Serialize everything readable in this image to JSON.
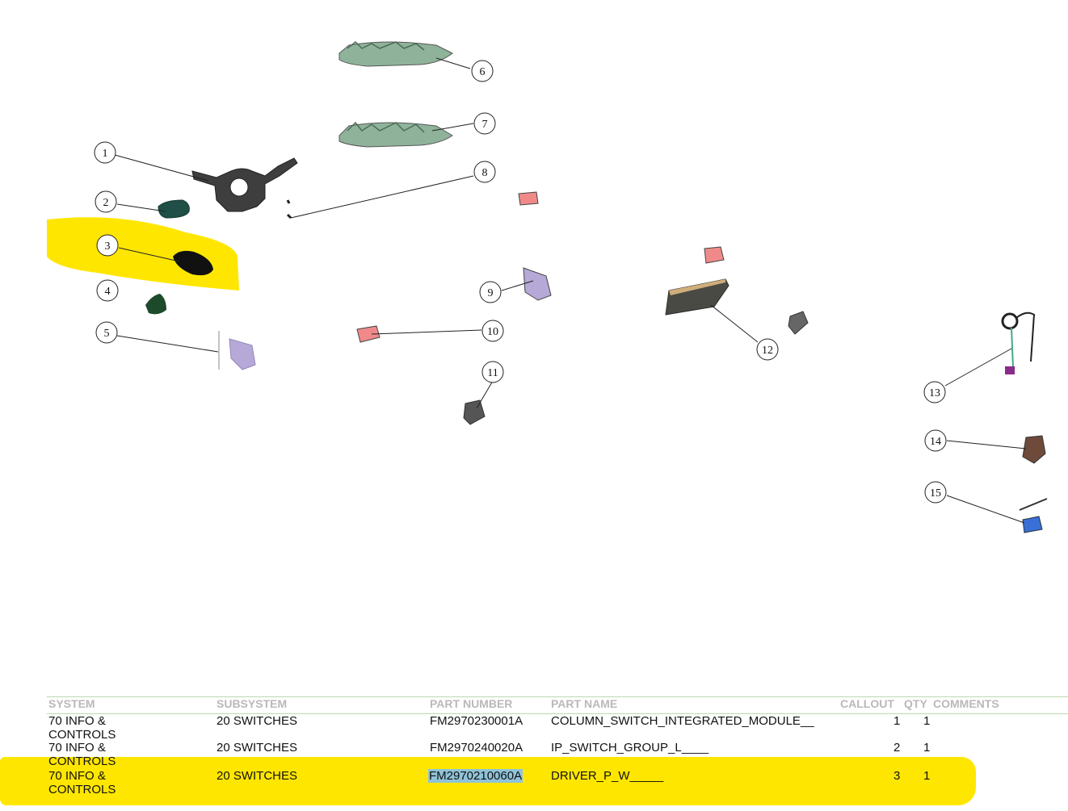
{
  "diagram": {
    "callouts": [
      {
        "n": "1"
      },
      {
        "n": "2"
      },
      {
        "n": "3"
      },
      {
        "n": "4"
      },
      {
        "n": "5"
      },
      {
        "n": "6"
      },
      {
        "n": "7"
      },
      {
        "n": "8"
      },
      {
        "n": "9"
      },
      {
        "n": "10"
      },
      {
        "n": "11"
      },
      {
        "n": "12"
      },
      {
        "n": "13"
      },
      {
        "n": "14"
      },
      {
        "n": "15"
      }
    ],
    "colors": {
      "highlight": "#ffe600",
      "column_switch": "#3e3e3e",
      "wiper_lever": "#1f4f47",
      "cover_green": "#1d4a2a",
      "knob_black": "#111111",
      "trim_purple": "#b6a9d8",
      "cluster_green": "#8fb39a",
      "pink_switch": "#f08a8a",
      "display_dark": "#4a4a45",
      "clock_spring": "#8a2c8a",
      "brown_switch": "#6e4a3a",
      "blue_switch": "#3b6fd8"
    }
  },
  "table": {
    "headers": {
      "system": "SYSTEM",
      "subsystem": "SUBSYSTEM",
      "part_number": "PART NUMBER",
      "part_name": "PART NAME",
      "callout": "CALLOUT",
      "qty": "QTY",
      "comments": "COMMENTS"
    },
    "rows": [
      {
        "system": "70 INFO & CONTROLS",
        "subsystem": "20 SWITCHES",
        "part_number": "FM2970230001A",
        "part_name": "COLUMN_SWITCH_INTEGRATED_MODULE__",
        "callout": "1",
        "qty": "1",
        "comments": ""
      },
      {
        "system": "70 INFO & CONTROLS",
        "subsystem": "20 SWITCHES",
        "part_number": "FM2970240020A",
        "part_name": "IP_SWITCH_GROUP_L____",
        "callout": "2",
        "qty": "1",
        "comments": ""
      },
      {
        "system": "70 INFO & CONTROLS",
        "subsystem": "20 SWITCHES",
        "part_number": "FM2970210060A",
        "part_name": "DRIVER_P_W_____",
        "callout": "3",
        "qty": "1",
        "comments": "",
        "highlighted": true
      }
    ]
  }
}
